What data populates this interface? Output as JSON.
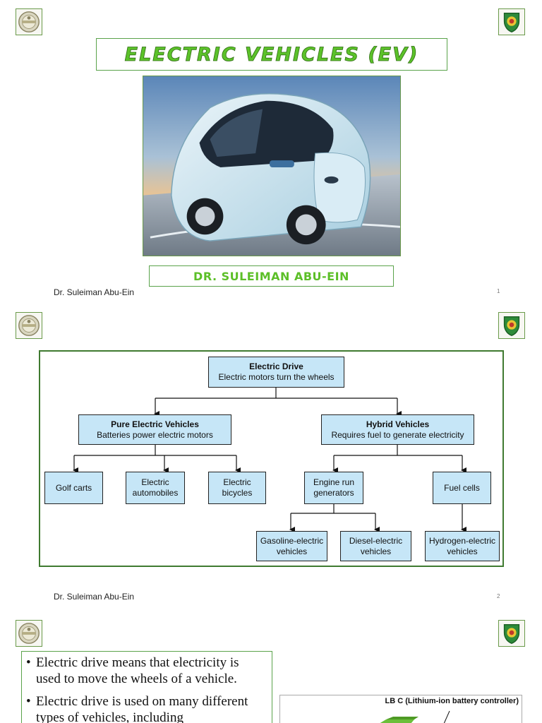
{
  "slide1": {
    "title": "ELECTRIC VEHICLES (EV)",
    "author": "DR. SULEIMAN ABU-EIN",
    "footer": "Dr. Suleiman Abu-Ein",
    "page": "1"
  },
  "slide2": {
    "footer": "Dr. Suleiman Abu-Ein",
    "page": "2",
    "diagram": {
      "root": {
        "title": "Electric Drive",
        "subtitle": "Electric motors turn the wheels"
      },
      "pure": {
        "title": "Pure Electric Vehicles",
        "subtitle": "Batteries power electric motors"
      },
      "hybrid": {
        "title": "Hybrid Vehicles",
        "subtitle": "Requires fuel to generate electricity"
      },
      "golf": "Golf carts",
      "auto": [
        "Electric",
        "automobiles"
      ],
      "bicycles": [
        "Electric",
        "bicycles"
      ],
      "engine": [
        "Engine run",
        "generators"
      ],
      "fuelcells": "Fuel cells",
      "gasoline": [
        "Gasoline-electric",
        "vehicles"
      ],
      "diesel": [
        "Diesel-electric",
        "vehicles"
      ],
      "hydrogen": [
        "Hydrogen-electric",
        "vehicles"
      ]
    }
  },
  "slide3": {
    "bullets": [
      "Electric drive means that electricity is used to move the wheels of a vehicle.",
      "Electric drive is used on many different types of vehicles, including"
    ],
    "figure_label": "LB C (Lithium-ion battery controller)"
  },
  "colors": {
    "accent_green": "#5cc22a",
    "frame_green": "#3f7a30",
    "node_blue": "#c6e6f7"
  }
}
